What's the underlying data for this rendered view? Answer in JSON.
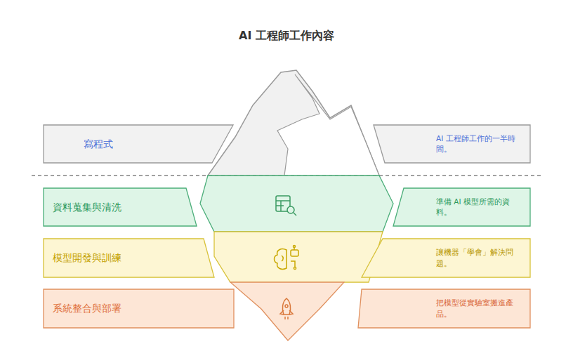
{
  "diagram": {
    "title": "AI 工程師工作內容",
    "nodes": [
      {
        "text": [
          "寫程式"
        ]
      },
      {
        "text": [
          "AI 工程師工作的一半時間。"
        ]
      },
      {
        "text": [
          "資料蒐集與清洗"
        ]
      },
      {
        "text": [
          "準備 AI 模型所需的資料。"
        ]
      },
      {
        "text": [
          "模型開發與訓練"
        ]
      },
      {
        "text": [
          "讓機器「學會」解決問題。"
        ]
      },
      {
        "text": [
          "系統整合與部署"
        ]
      },
      {
        "text": [
          "把模型從實驗室搬進產品。"
        ]
      }
    ]
  }
}
